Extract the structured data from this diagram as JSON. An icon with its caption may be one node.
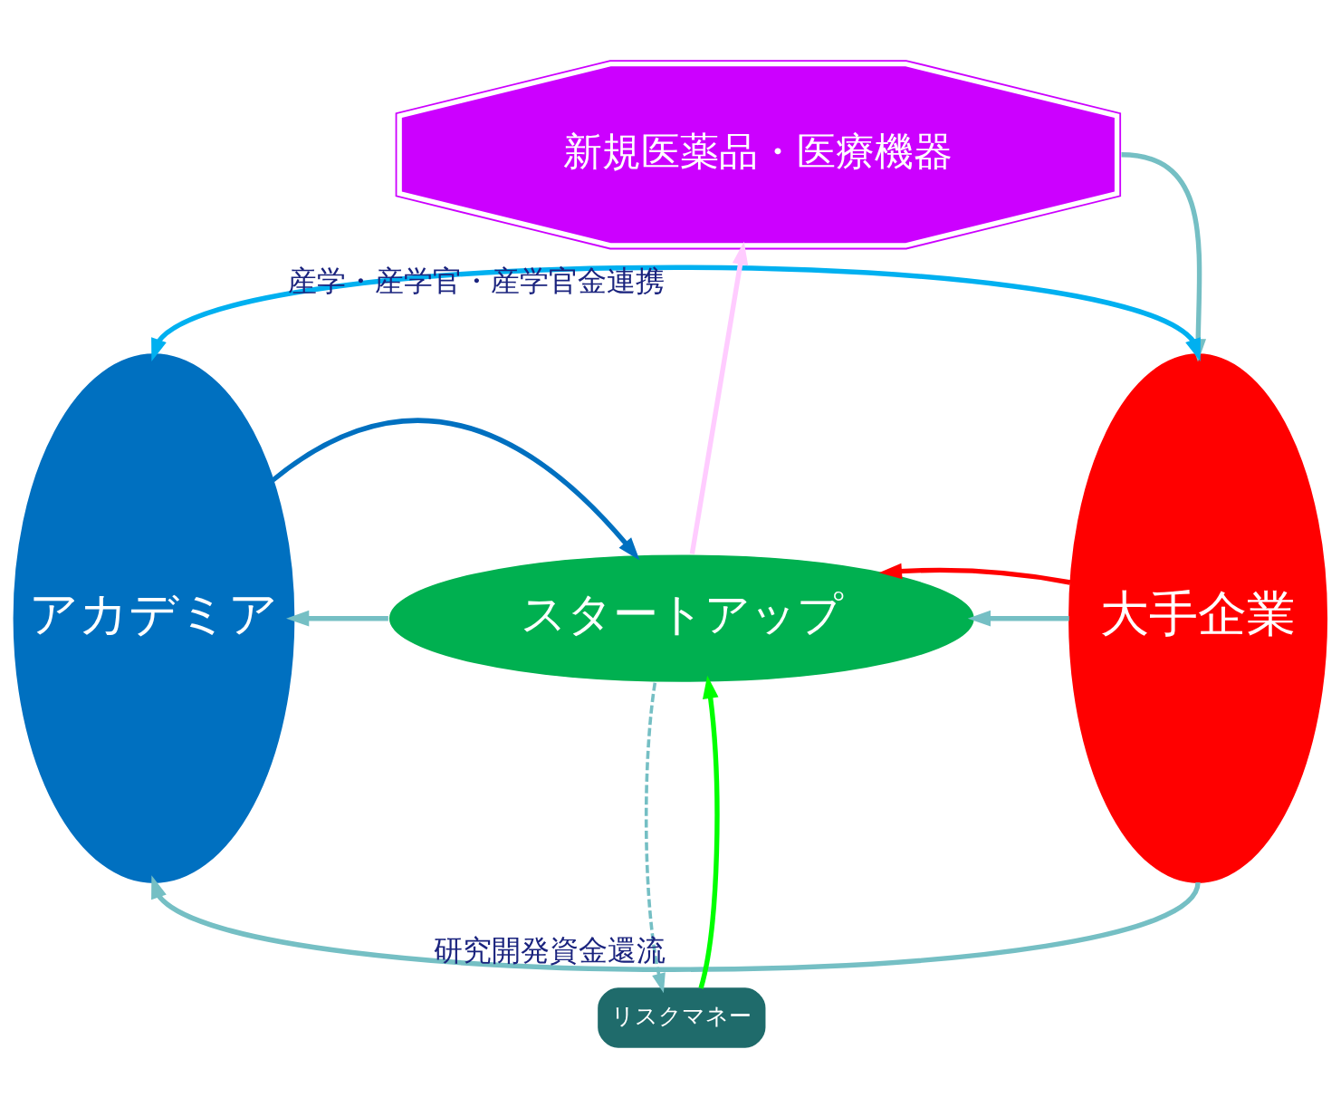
{
  "diagram": {
    "nodes": [
      {
        "text": [
          "新規医薬品・医療機器"
        ]
      },
      {
        "text": [
          "アカデミア"
        ]
      },
      {
        "text": [
          "スタートアップ"
        ]
      },
      {
        "text": [
          "大手企業"
        ]
      },
      {
        "text": [
          "リスクマネー"
        ]
      }
    ],
    "edges": [
      {
        "from": 0,
        "to": 3,
        "arrow": "to"
      },
      {
        "from": 3,
        "to": 2,
        "arrow": "to"
      },
      {
        "from": 2,
        "to": 1,
        "arrow": "to"
      },
      {
        "from": 2,
        "to": 0,
        "arrow": "to",
        "color": "#ffccff"
      },
      {
        "from": 1,
        "to": 2,
        "arrow": "to",
        "color": "#0070c0"
      },
      {
        "from": 3,
        "to": 2,
        "arrow": "to",
        "color": "#ff0000"
      },
      {
        "from": 4,
        "to": 2,
        "arrow": "to",
        "color": "#00ff00"
      },
      {
        "from": 2,
        "to": 4,
        "arrow": "to",
        "style": "dashed"
      },
      {
        "from": 1,
        "to": 3,
        "arrow": "both",
        "color": "#00b0f0",
        "label": "産学・産学官・産学官金連携"
      },
      {
        "from": 3,
        "to": 1,
        "arrow": "to",
        "label": "研究開発資金還流"
      }
    ]
  }
}
